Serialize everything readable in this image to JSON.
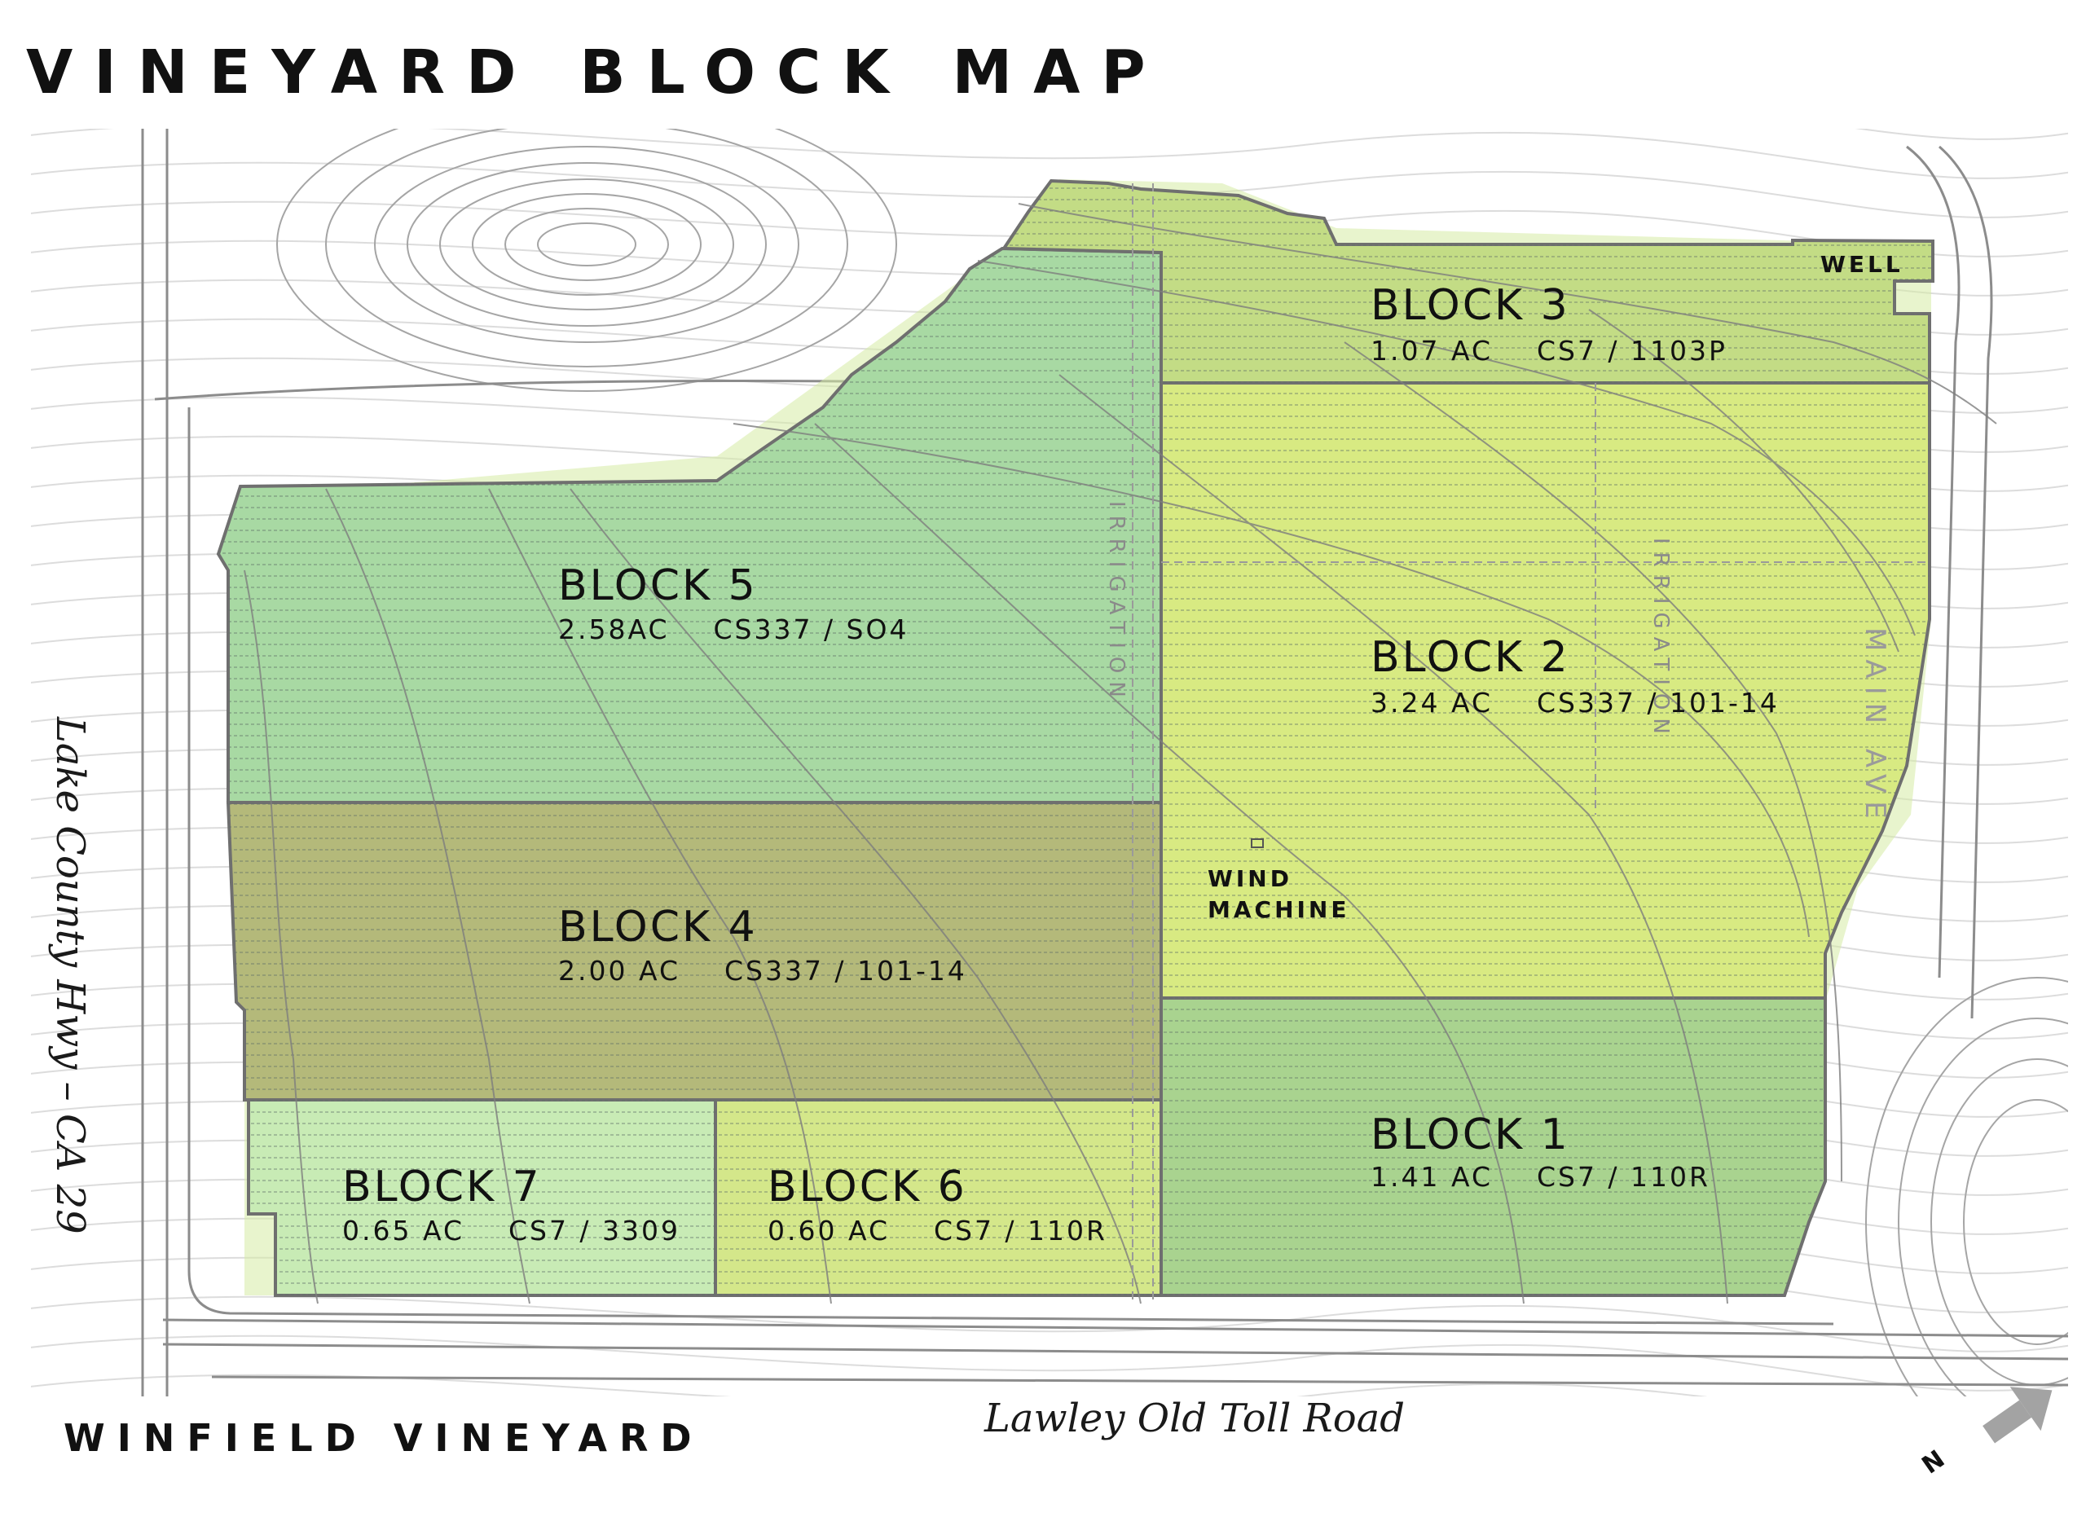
{
  "title": "VINEYARD BLOCK MAP",
  "vineyard_name": "WINFIELD VINEYARD",
  "roads": {
    "left": "Lake County Hwy – CA 29",
    "bottom": "Lawley Old Toll Road",
    "right_avenue": "MAIN AVE"
  },
  "blocks": [
    {
      "name": "BLOCK 1",
      "info": "1.41 AC    CS7 / 110R",
      "color": "#a9d38f"
    },
    {
      "name": "BLOCK 2",
      "info": "3.24 AC    CS337 / 101-14",
      "color": "#d8ea82"
    },
    {
      "name": "BLOCK 3",
      "info": "1.07 AC    CS7 / 1103P",
      "color": "#c3dc85"
    },
    {
      "name": "BLOCK 4",
      "info": "2.00 AC    CS337 / 101-14",
      "color": "#b4b97a"
    },
    {
      "name": "BLOCK 5",
      "info": "2.58AC    CS337 / SO4",
      "color": "#a8d9a3"
    },
    {
      "name": "BLOCK 6",
      "info": "0.60 AC    CS7 / 110R",
      "color": "#d4e78a"
    },
    {
      "name": "BLOCK 7",
      "info": "0.65 AC    CS7 / 3309",
      "color": "#c8ebb5"
    }
  ],
  "features": {
    "well": "WELL",
    "wind_machine_line1": "WIND",
    "wind_machine_line2": "MACHINE",
    "irrigation": "IRRIGATION"
  },
  "north_arrow": {
    "label": "N",
    "color": "#a3a3a3"
  }
}
